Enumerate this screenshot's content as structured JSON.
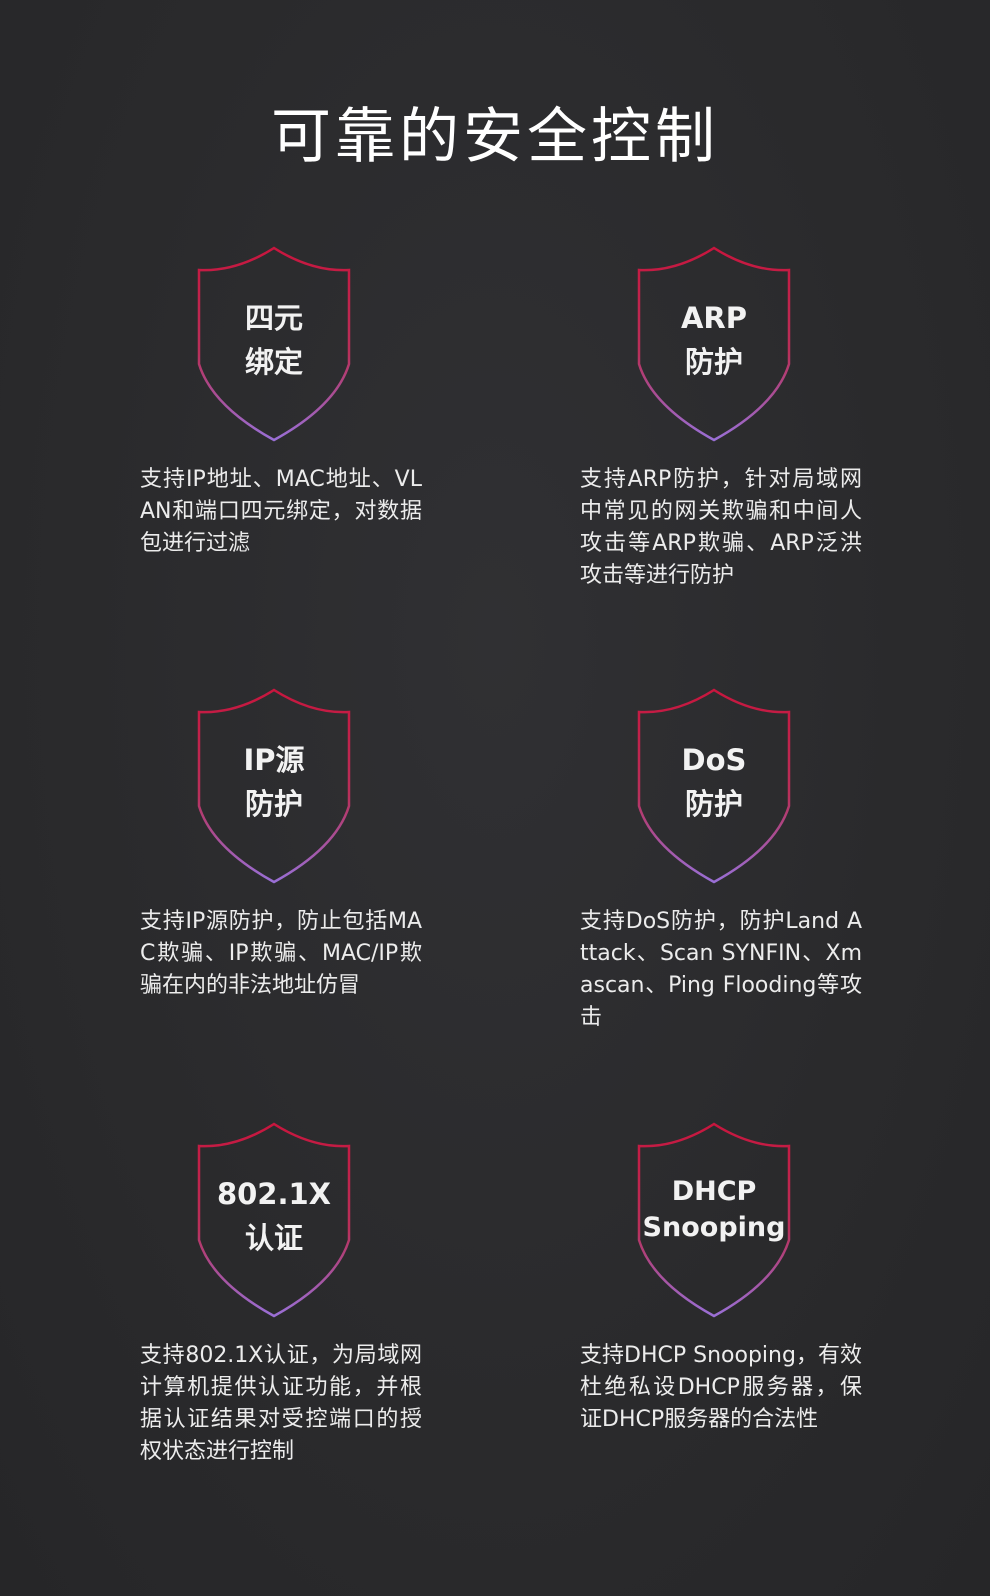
{
  "page": {
    "title": "可靠的安全控制"
  },
  "colors": {
    "background": "#2b2b2d",
    "shield_top": "#c8163e",
    "shield_bottom": "#9a6fd6",
    "text": "#ffffff"
  },
  "features": [
    {
      "label_line1": "四元",
      "label_line2": "绑定",
      "description": "支持IP地址、MAC地址、VLAN和端口四元绑定，对数据包进行过滤"
    },
    {
      "label_line1": "ARP",
      "label_line2": "防护",
      "description": "支持ARP防护，针对局域网中常见的网关欺骗和中间人攻击等ARP欺骗、ARP泛洪攻击等进行防护"
    },
    {
      "label_line1": "IP源",
      "label_line2": "防护",
      "description": "支持IP源防护，防止包括MAC欺骗、IP欺骗、MAC/IP欺骗在内的非法地址仿冒"
    },
    {
      "label_line1": "DoS",
      "label_line2": "防护",
      "description": "支持DoS防护，防护Land Attack、Scan SYNFIN、Xmascan、Ping Flooding等攻击"
    },
    {
      "label_line1": "802.1X",
      "label_line2": "认证",
      "description": "支持802.1X认证，为局域网计算机提供认证功能，并根据认证结果对受控端口的授权状态进行控制"
    },
    {
      "label_line1": "DHCP",
      "label_line2": "Snooping",
      "description": "支持DHCP Snooping，有效杜绝私设DHCP服务器，保证DHCP服务器的合法性"
    }
  ]
}
